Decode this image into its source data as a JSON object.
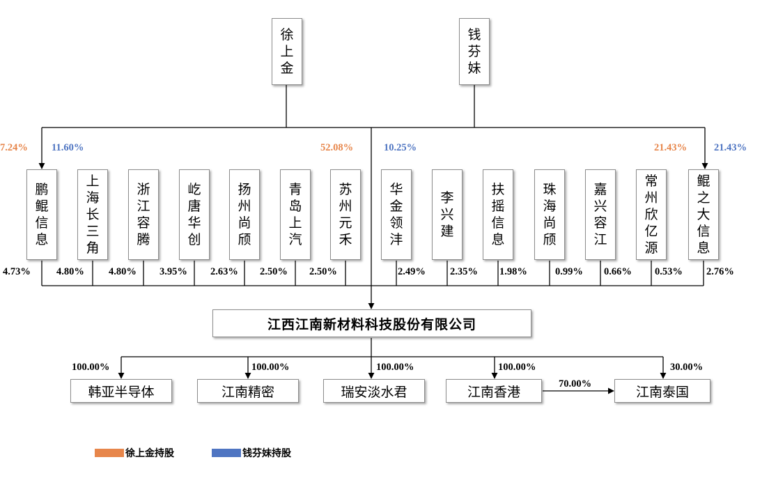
{
  "people": [
    {
      "id": "xu",
      "name": "徐上金"
    },
    {
      "id": "qian",
      "name": "钱芬妹"
    }
  ],
  "top_pcts": [
    {
      "text": "7.24%",
      "color": "orange"
    },
    {
      "text": "11.60%",
      "color": "blue"
    },
    {
      "text": "52.08%",
      "color": "orange"
    },
    {
      "text": "10.25%",
      "color": "blue"
    },
    {
      "text": "21.43%",
      "color": "orange"
    },
    {
      "text": "21.43%",
      "color": "blue"
    }
  ],
  "shareholders": [
    {
      "name": "鹏鲲信息",
      "pct": "4.73%"
    },
    {
      "name": "上海长三角",
      "pct": "4.80%"
    },
    {
      "name": "浙江容腾",
      "pct": "4.80%"
    },
    {
      "name": "屹唐华创",
      "pct": "3.95%"
    },
    {
      "name": "扬州尚颀",
      "pct": "2.63%"
    },
    {
      "name": "青岛上汽",
      "pct": "2.50%"
    },
    {
      "name": "苏州元禾",
      "pct": "2.50%"
    },
    {
      "name": "华金领沣",
      "pct": "2.49%"
    },
    {
      "name": "李兴建",
      "pct": "2.35%"
    },
    {
      "name": "扶摇信息",
      "pct": "1.98%"
    },
    {
      "name": "珠海尚颀",
      "pct": "0.99%"
    },
    {
      "name": "嘉兴容江",
      "pct": "0.66%"
    },
    {
      "name": "常州欣亿源",
      "pct": "0.53%"
    },
    {
      "name": "鲲之大信息",
      "pct": "2.76%"
    }
  ],
  "company": "江西江南新材料科技股份有限公司",
  "subsidiaries": [
    {
      "name": "韩亚半导体",
      "pct": "100.00%"
    },
    {
      "name": "江南精密",
      "pct": "100.00%"
    },
    {
      "name": "瑞安淡水君",
      "pct": "100.00%"
    },
    {
      "name": "江南香港",
      "pct": "100.00%"
    },
    {
      "name": "江南泰国",
      "pct": "30.00%"
    }
  ],
  "hk_to_thailand_pct": "70.00%",
  "legend": [
    {
      "label": "徐上金持股",
      "color": "#e7864b"
    },
    {
      "label": "钱芬妹持股",
      "color": "#4f75c2"
    }
  ],
  "colors": {
    "orange": "#e7864b",
    "blue": "#4f75c2",
    "line": "#000000"
  }
}
